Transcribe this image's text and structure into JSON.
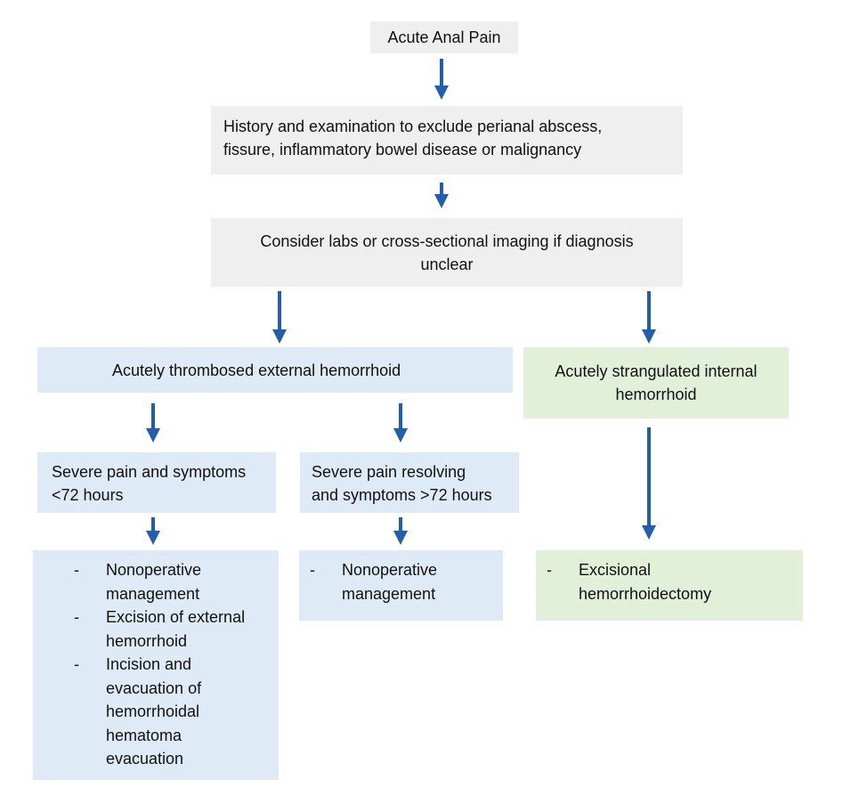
{
  "flowchart": {
    "start": "Acute Anal Pain",
    "history": "History and examination to exclude perianal abscess,\nfissure, inflammatory bowel disease or malignancy",
    "labs": "Consider labs or cross-sectional imaging if diagnosis\nunclear",
    "external": "Acutely thrombosed external hemorrhoid",
    "internal": "Acutely strangulated  internal\nhemorrhoid",
    "severe_early": "Severe pain and symptoms\n<72 hours",
    "severe_late": "Severe pain resolving\nand symptoms >72 hours",
    "early_treatments": [
      "Nonoperative\nmanagement",
      "Excision of external\nhemorrhoid",
      "Incision and\nevacuation of\nhemorrhoidal\nhematoma\nevacuation"
    ],
    "late_treatments": [
      "Nonoperative\nmanagement"
    ],
    "internal_treatments": [
      "Excisional\nhemorrhoidectomy"
    ]
  },
  "colors": {
    "arrow": "#1f5fad",
    "gray_box": "#efefef",
    "blue_box": "#deebf7",
    "green_box": "#e2efd9"
  }
}
